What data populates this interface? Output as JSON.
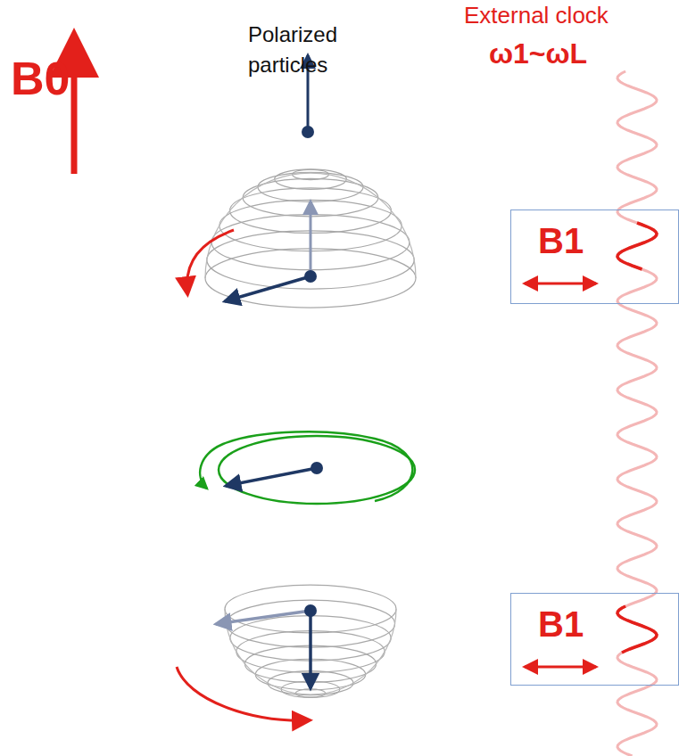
{
  "diagram": {
    "nodes": [
      {
        "text": [
          "B1"
        ]
      },
      {
        "text": [
          "B1"
        ]
      }
    ],
    "labels": [
      "B0",
      "Polarized particles",
      "External clock",
      "ω1~ωL"
    ]
  }
}
